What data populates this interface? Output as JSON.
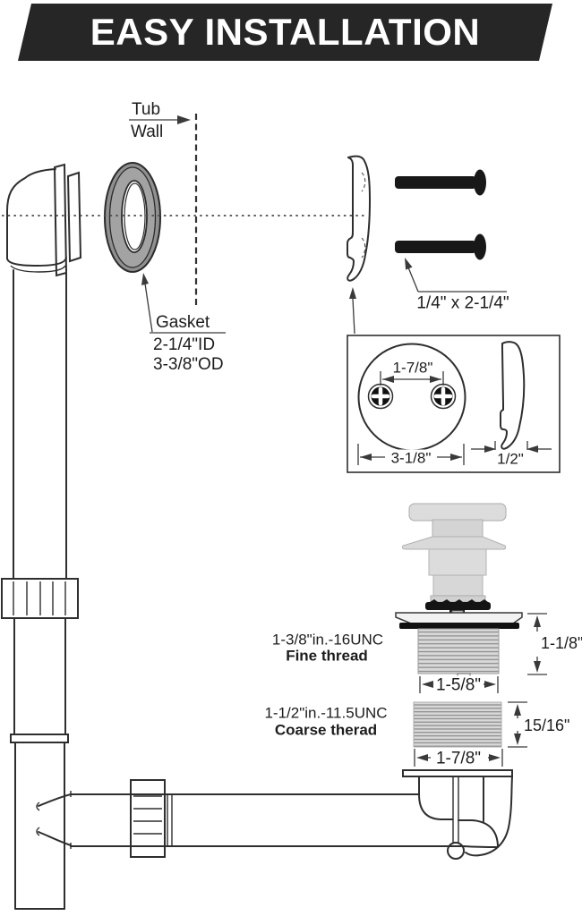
{
  "header": {
    "title": "EASY INSTALLATION"
  },
  "labels": {
    "tub_line1": "Tub",
    "tub_line2": "Wall",
    "gasket_title": "Gasket",
    "gasket_id": "2-1/4\"ID",
    "gasket_od": "3-3/8\"OD",
    "screw_size": "1/4\" x 2-1/4\"",
    "plate_hole_spacing": "1-7/8\"",
    "plate_diameter": "3-1/8\"",
    "plate_thickness": "1/2\"",
    "fine_thread_spec": "1-3/8\"in.-16UNC",
    "fine_thread_name": "Fine thread",
    "fine_thread_height": "1-1/8\"",
    "fine_thread_width": "1-5/8\"",
    "coarse_thread_spec": "1-1/2\"in.-11.5UNC",
    "coarse_thread_name": "Coarse therad",
    "coarse_thread_height": "15/16\"",
    "coarse_thread_width": "1-7/8\""
  },
  "colors": {
    "banner_bg": "#262626",
    "banner_fg": "#ffffff",
    "line": "#2e2e2e",
    "gasket_gray": "#9a9a9a",
    "metal_light": "#dcdcdc",
    "black_part": "#151515"
  }
}
